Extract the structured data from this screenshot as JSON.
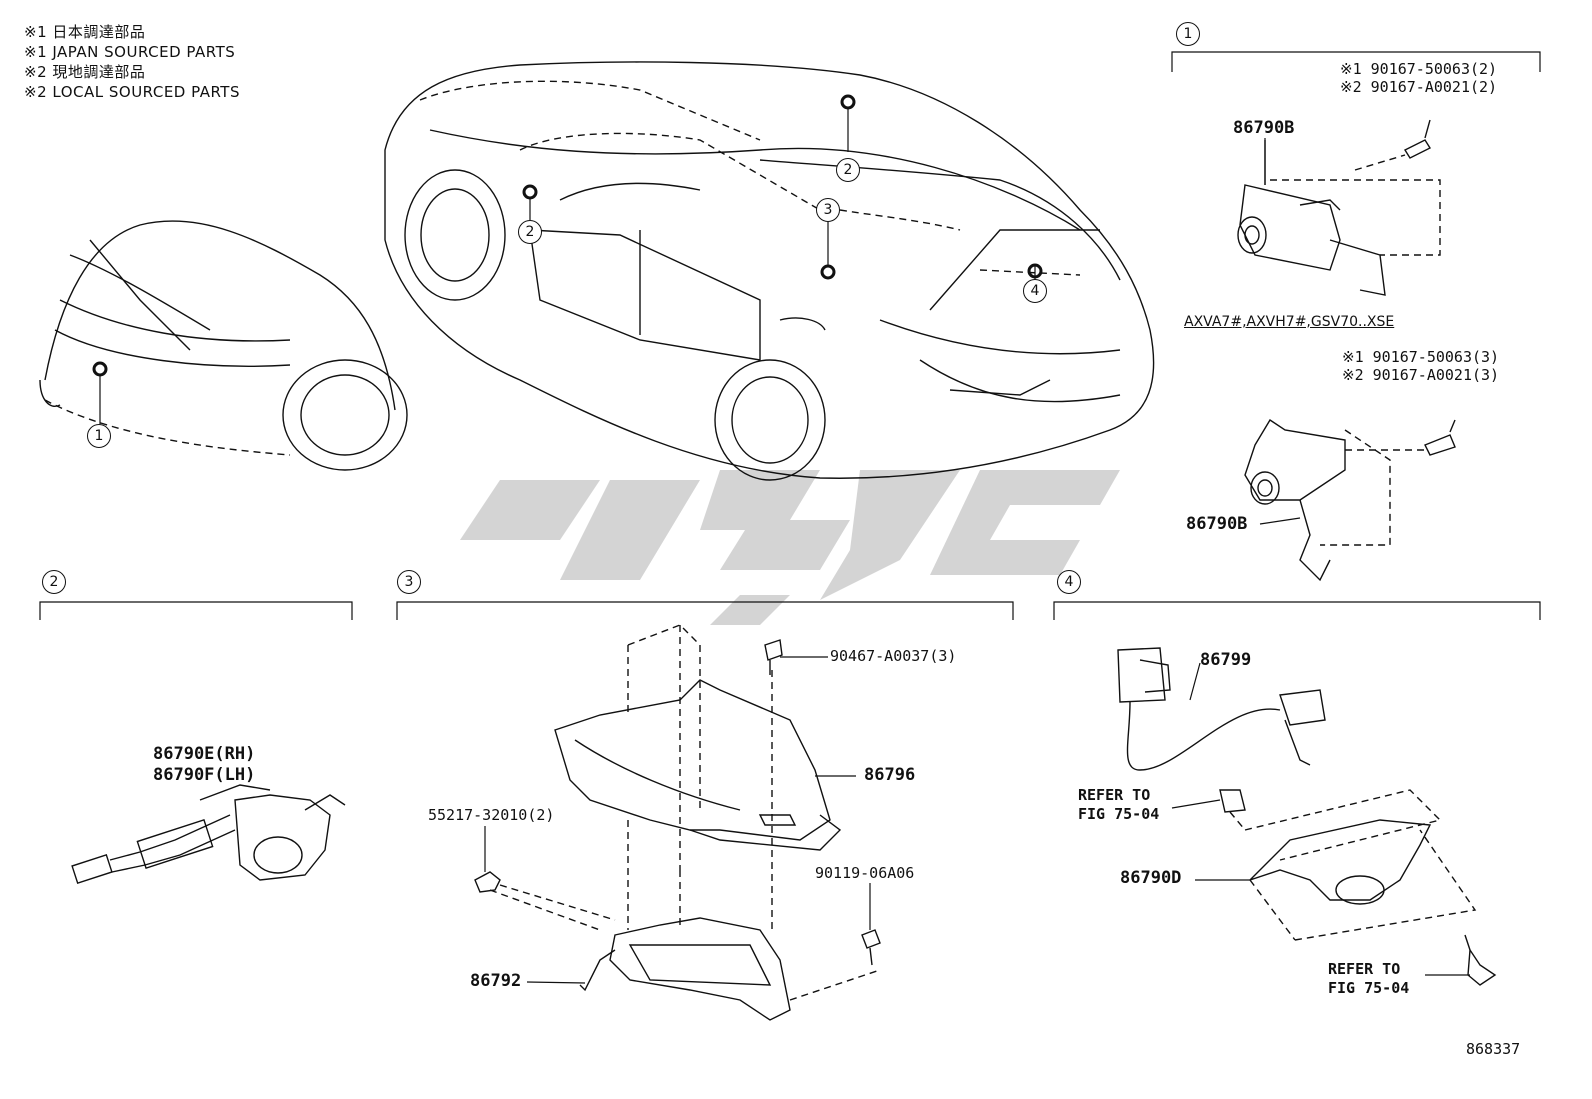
{
  "notes": [
    "※1 日本調達部品",
    "※1 JAPAN SOURCED PARTS",
    "※2 現地調達部品",
    "※2 LOCAL SOURCED PARTS"
  ],
  "callouts": {
    "one": "1",
    "two": "2",
    "three": "3",
    "four": "4"
  },
  "section1": {
    "bolt_japan": "※1 90167-50063(2)",
    "bolt_local": "※2 90167-A0021(2)",
    "camera_a": "86790B",
    "model_note": "AXVA7#,AXVH7#,GSV70..XSE",
    "bolt2_japan": "※1 90167-50063(3)",
    "bolt2_local": "※2 90167-A0021(3)",
    "camera_b": "86790B"
  },
  "section2": {
    "camera_rh": "86790E(RH)",
    "camera_lh": "86790F(LH)"
  },
  "section3": {
    "clip": "90467-A0037(3)",
    "cover": "86796",
    "nut": "55217-32010(2)",
    "bolt": "90119-06A06",
    "bracket": "86792"
  },
  "section4": {
    "wire": "86799",
    "refer_top_line1": "REFER TO",
    "refer_top_line2": "FIG 75-04",
    "camera_d": "86790D",
    "refer_bot_line1": "REFER TO",
    "refer_bot_line2": "FIG 75-04"
  },
  "figure_id": "868337",
  "colors": {
    "line": "#111111",
    "watermark": "#cccccc",
    "background": "#ffffff"
  }
}
